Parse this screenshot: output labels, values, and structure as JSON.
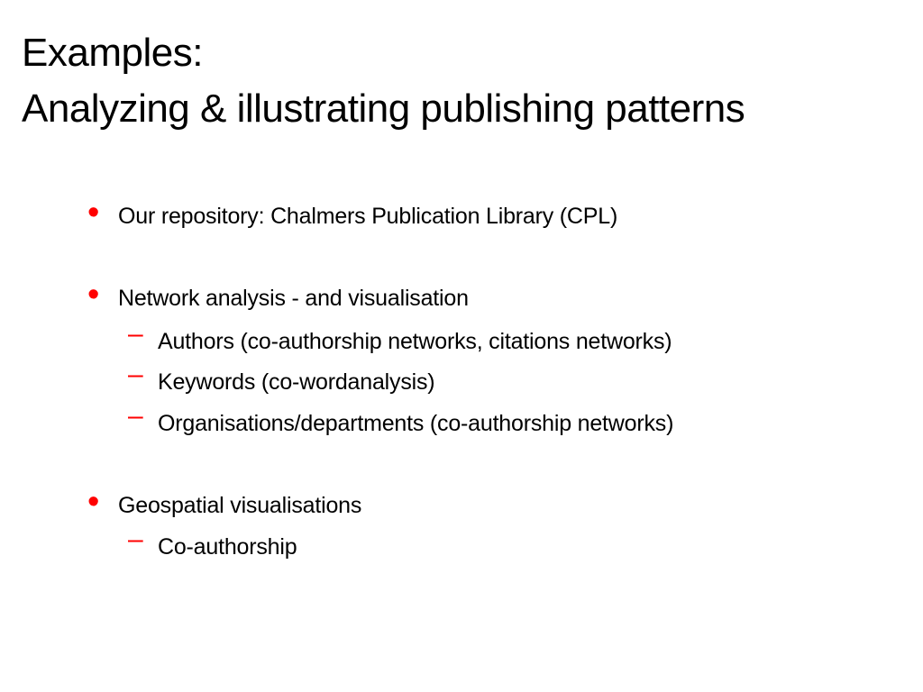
{
  "colors": {
    "bullet": "#ff0000",
    "text": "#000000",
    "background": "#ffffff"
  },
  "slide": {
    "title_line1": "Examples:",
    "title_line2": "Analyzing & illustrating publishing patterns",
    "bullet_symbol": "•",
    "sub_symbol": "–",
    "items": [
      {
        "text": "Our repository: Chalmers Publication Library (CPL)",
        "subitems": []
      },
      {
        "text": "Network analysis - and visualisation",
        "subitems": [
          "Authors (co-authorship networks, citations networks)",
          "Keywords (co-wordanalysis)",
          "Organisations/departments (co-authorship networks)"
        ]
      },
      {
        "text": "Geospatial visualisations",
        "subitems": [
          "Co-authorship"
        ]
      }
    ]
  }
}
